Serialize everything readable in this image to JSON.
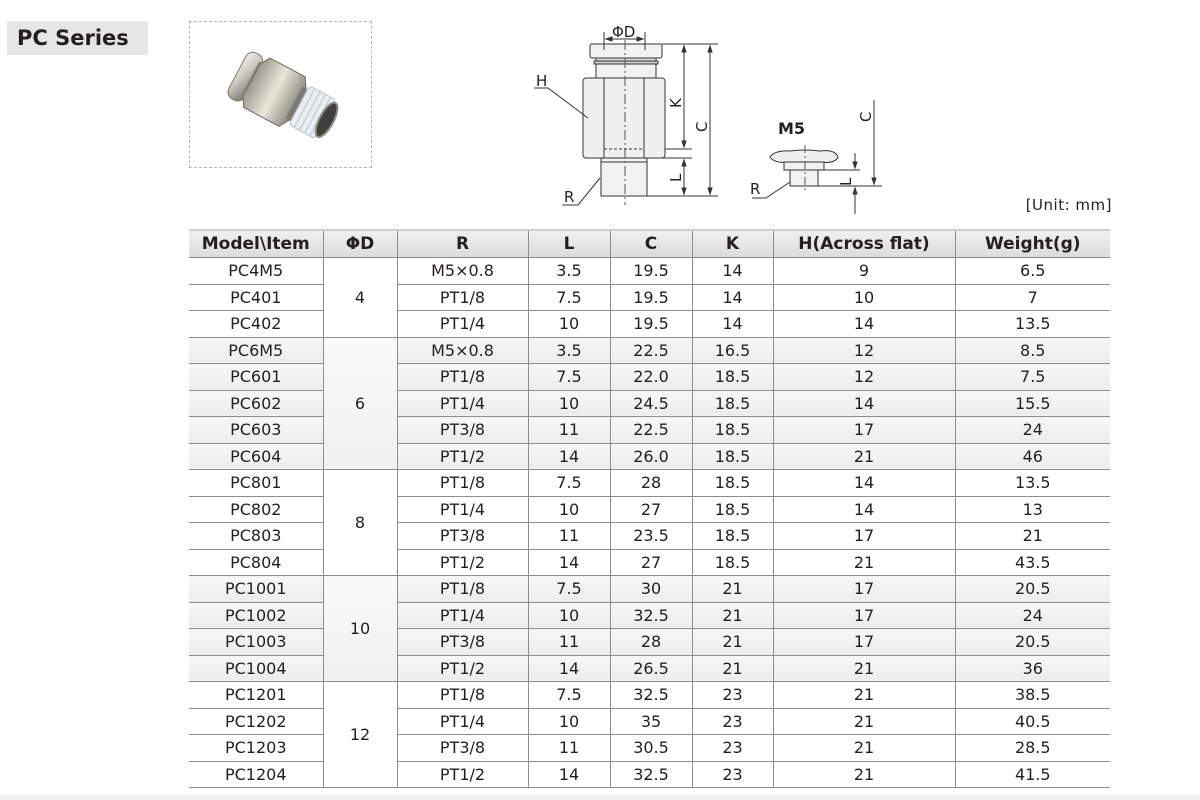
{
  "header": {
    "series_title": "PC Series",
    "unit_label": "[Unit: mm]"
  },
  "drawing": {
    "main": {
      "labels": {
        "diameter": "ΦD",
        "hex": "H",
        "thread": "R",
        "k": "K",
        "c": "C",
        "l": "L"
      }
    },
    "m5": {
      "title": "M5",
      "labels": {
        "thread": "R",
        "c": "C",
        "l": "L"
      }
    }
  },
  "table": {
    "columns": [
      "Model\\Item",
      "ΦD",
      "R",
      "L",
      "C",
      "K",
      "H(Across flat)",
      "Weight(g)"
    ],
    "groups": [
      {
        "diameter": "4",
        "shade": false,
        "rows": [
          {
            "model": "PC4M5",
            "r": "M5×0.8",
            "l": "3.5",
            "c": "19.5",
            "k": "14",
            "h": "9",
            "weight": "6.5"
          },
          {
            "model": "PC401",
            "r": "PT1/8",
            "l": "7.5",
            "c": "19.5",
            "k": "14",
            "h": "10",
            "weight": "7"
          },
          {
            "model": "PC402",
            "r": "PT1/4",
            "l": "10",
            "c": "19.5",
            "k": "14",
            "h": "14",
            "weight": "13.5"
          }
        ]
      },
      {
        "diameter": "6",
        "shade": true,
        "rows": [
          {
            "model": "PC6M5",
            "r": "M5×0.8",
            "l": "3.5",
            "c": "22.5",
            "k": "16.5",
            "h": "12",
            "weight": "8.5"
          },
          {
            "model": "PC601",
            "r": "PT1/8",
            "l": "7.5",
            "c": "22.0",
            "k": "18.5",
            "h": "12",
            "weight": "7.5"
          },
          {
            "model": "PC602",
            "r": "PT1/4",
            "l": "10",
            "c": "24.5",
            "k": "18.5",
            "h": "14",
            "weight": "15.5"
          },
          {
            "model": "PC603",
            "r": "PT3/8",
            "l": "11",
            "c": "22.5",
            "k": "18.5",
            "h": "17",
            "weight": "24"
          },
          {
            "model": "PC604",
            "r": "PT1/2",
            "l": "14",
            "c": "26.0",
            "k": "18.5",
            "h": "21",
            "weight": "46"
          }
        ]
      },
      {
        "diameter": "8",
        "shade": false,
        "rows": [
          {
            "model": "PC801",
            "r": "PT1/8",
            "l": "7.5",
            "c": "28",
            "k": "18.5",
            "h": "14",
            "weight": "13.5"
          },
          {
            "model": "PC802",
            "r": "PT1/4",
            "l": "10",
            "c": "27",
            "k": "18.5",
            "h": "14",
            "weight": "13"
          },
          {
            "model": "PC803",
            "r": "PT3/8",
            "l": "11",
            "c": "23.5",
            "k": "18.5",
            "h": "17",
            "weight": "21"
          },
          {
            "model": "PC804",
            "r": "PT1/2",
            "l": "14",
            "c": "27",
            "k": "18.5",
            "h": "21",
            "weight": "43.5"
          }
        ]
      },
      {
        "diameter": "10",
        "shade": true,
        "rows": [
          {
            "model": "PC1001",
            "r": "PT1/8",
            "l": "7.5",
            "c": "30",
            "k": "21",
            "h": "17",
            "weight": "20.5"
          },
          {
            "model": "PC1002",
            "r": "PT1/4",
            "l": "10",
            "c": "32.5",
            "k": "21",
            "h": "17",
            "weight": "24"
          },
          {
            "model": "PC1003",
            "r": "PT3/8",
            "l": "11",
            "c": "28",
            "k": "21",
            "h": "17",
            "weight": "20.5"
          },
          {
            "model": "PC1004",
            "r": "PT1/2",
            "l": "14",
            "c": "26.5",
            "k": "21",
            "h": "21",
            "weight": "36"
          }
        ]
      },
      {
        "diameter": "12",
        "shade": false,
        "rows": [
          {
            "model": "PC1201",
            "r": "PT1/8",
            "l": "7.5",
            "c": "32.5",
            "k": "23",
            "h": "21",
            "weight": "38.5"
          },
          {
            "model": "PC1202",
            "r": "PT1/4",
            "l": "10",
            "c": "35",
            "k": "23",
            "h": "21",
            "weight": "40.5"
          },
          {
            "model": "PC1203",
            "r": "PT3/8",
            "l": "11",
            "c": "30.5",
            "k": "23",
            "h": "21",
            "weight": "28.5"
          },
          {
            "model": "PC1204",
            "r": "PT1/2",
            "l": "14",
            "c": "32.5",
            "k": "23",
            "h": "21",
            "weight": "41.5"
          }
        ]
      }
    ]
  },
  "colors": {
    "title_bg": "#e6e6e6",
    "header_bg": "#e2e2e2",
    "row_shade": "#efefef",
    "grid_line": "#8e8e8e",
    "text": "#231f20"
  }
}
